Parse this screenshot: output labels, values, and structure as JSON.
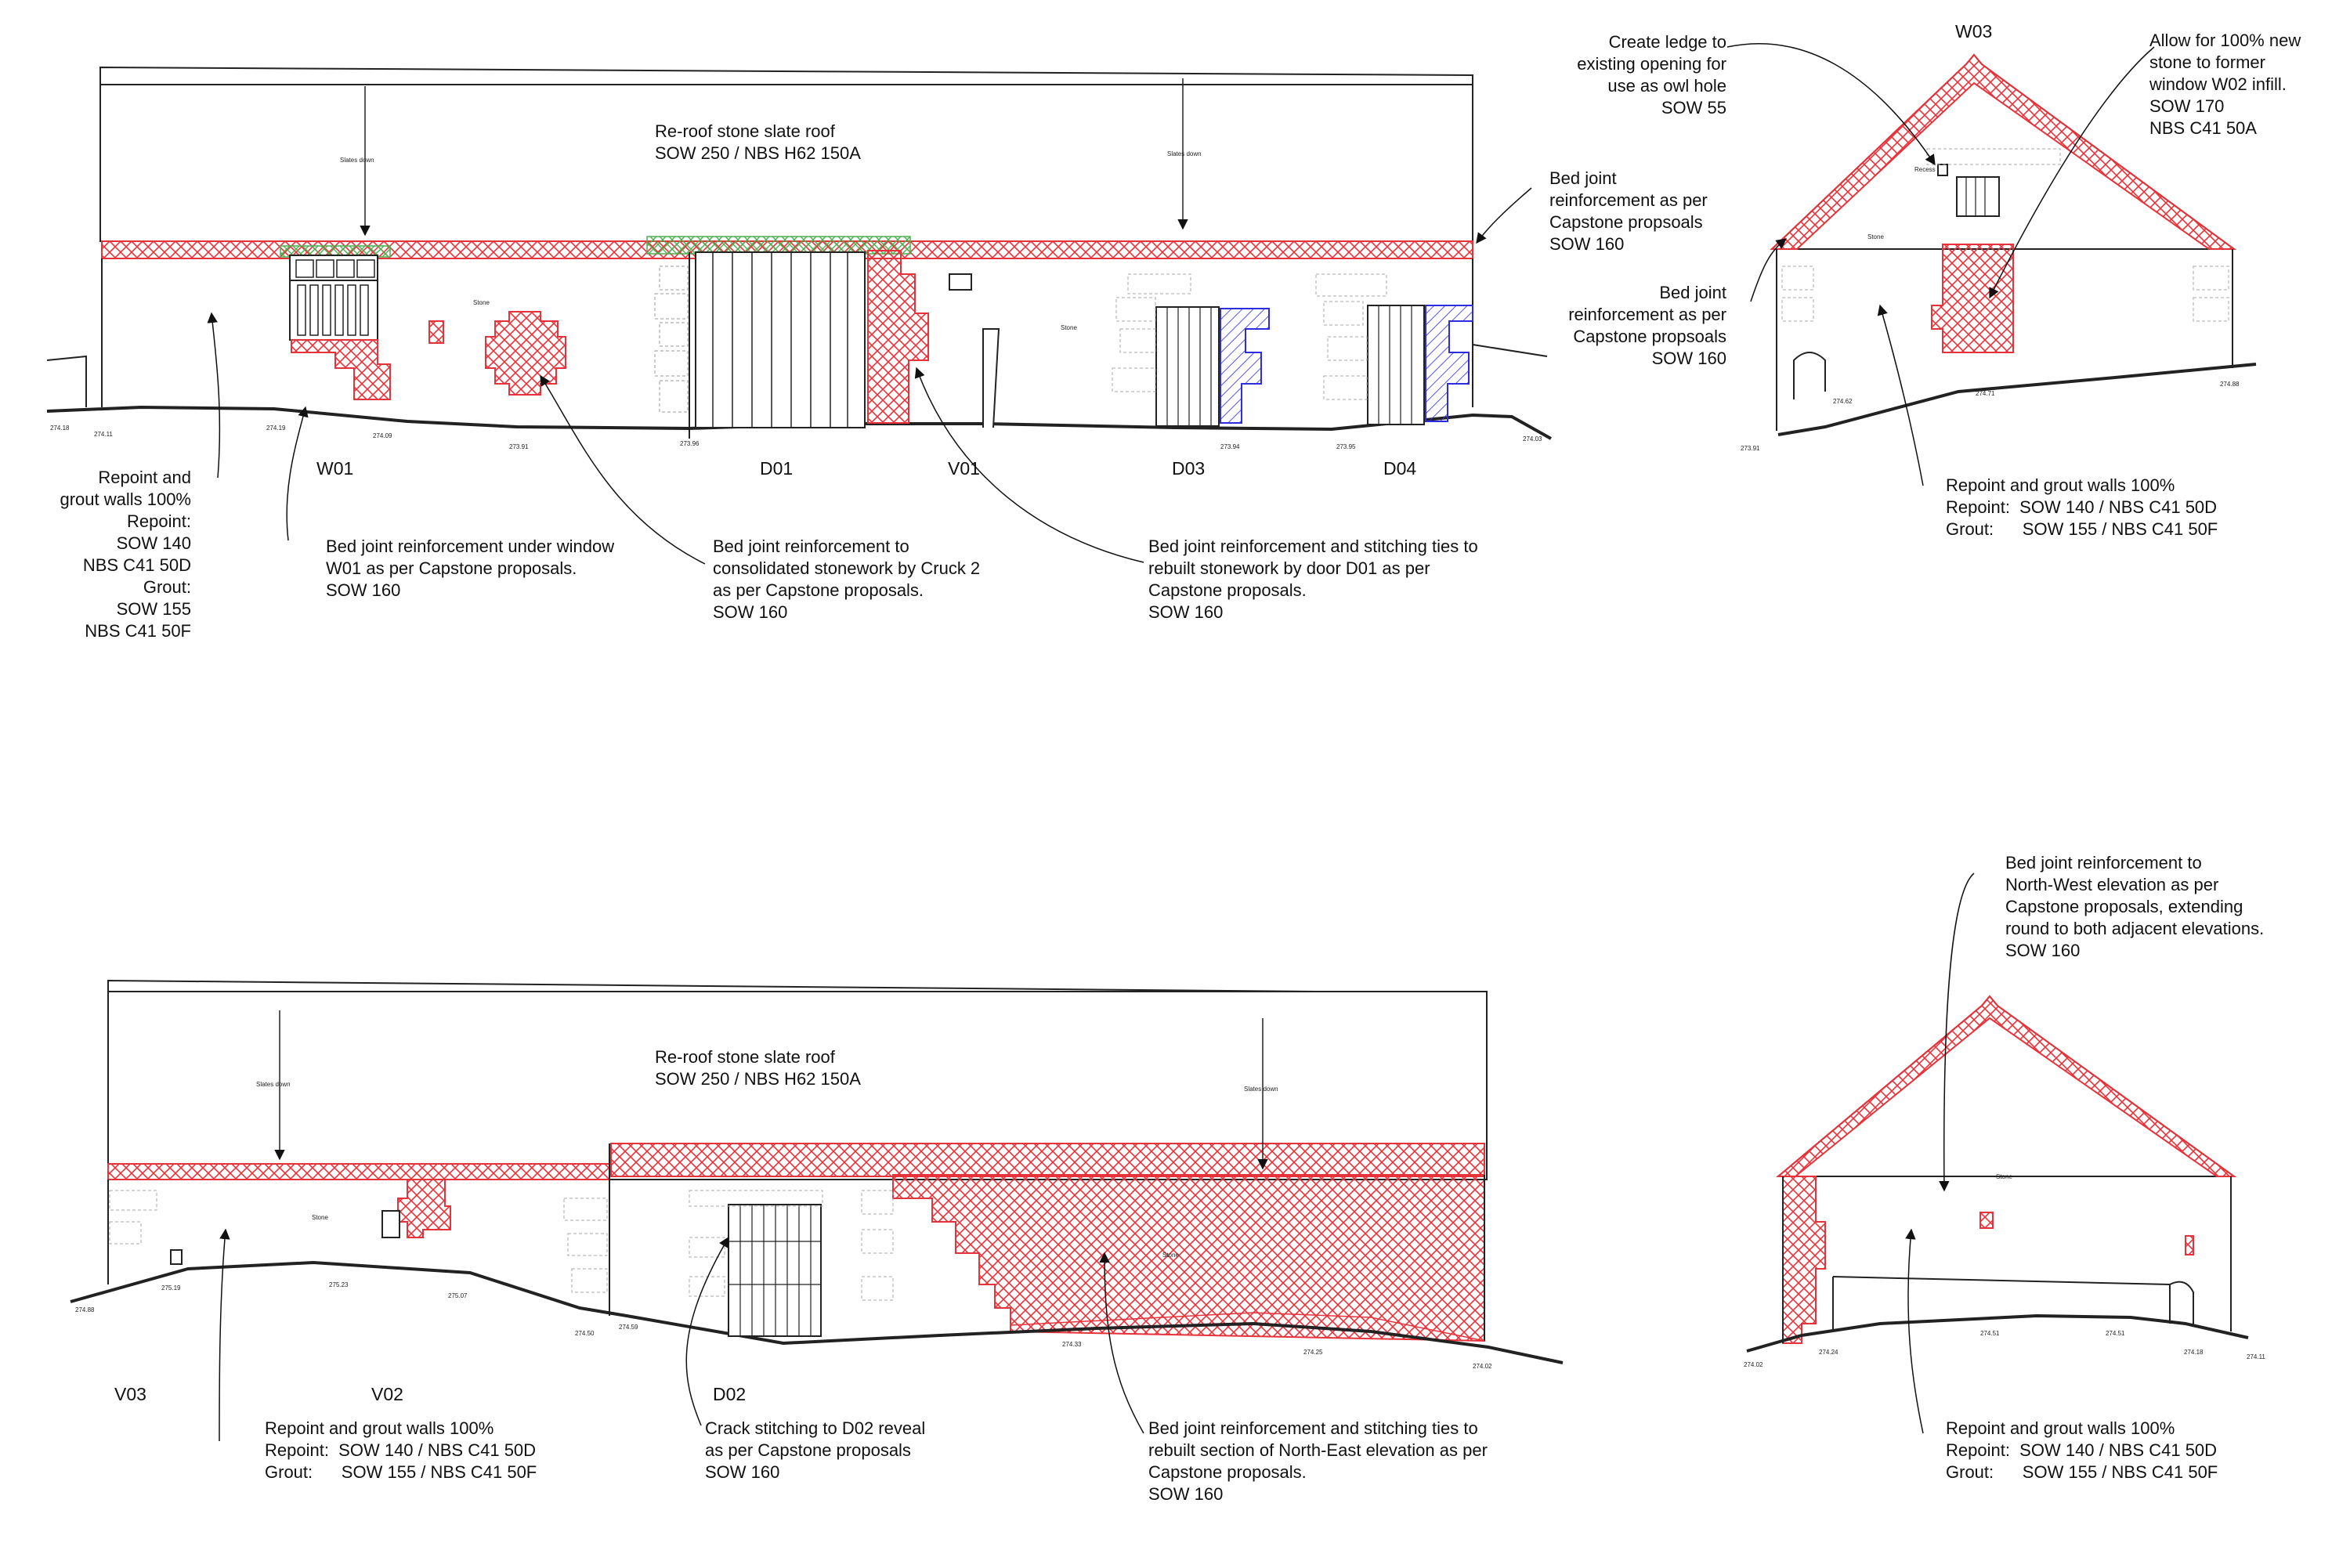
{
  "colors": {
    "repair_hatch": "#e8323a",
    "lintel_hatch": "#4caf50",
    "new_stone_hatch": "#2d2de0",
    "linework": "#222222"
  },
  "labels": {
    "w01": "W01",
    "d01": "D01",
    "v01": "V01",
    "d03": "D03",
    "d04": "D04",
    "w03": "W03",
    "v03": "V03",
    "v02": "V02",
    "d02": "D02"
  },
  "small_text": {
    "slates_down_1": "Slates down",
    "slates_down_2": "Slates down",
    "slates_down_3": "Slates down",
    "slates_down_4": "Slates down",
    "stone_1": "Stone",
    "stone_2": "Stone",
    "stone_3": "Stone",
    "stone_4": "Stone",
    "stone_5": "Stone",
    "stone_6": "Stone",
    "recess": "Recess"
  },
  "levels": {
    "e1": [
      "274.18",
      "274.11",
      "274.19",
      "274.09",
      "273.91",
      "273.96",
      "273.94",
      "273.95",
      "274.03"
    ],
    "e2": [
      "273.91",
      "274.62",
      "274.71",
      "274.88"
    ],
    "e3": [
      "274.88",
      "275.19",
      "275.23",
      "275.07",
      "274.50",
      "274.59",
      "274.33",
      "274.25",
      "274.02"
    ],
    "e4": [
      "274.02",
      "274.24",
      "274.51",
      "274.51",
      "274.18",
      "274.11"
    ]
  },
  "notes": {
    "reroof_top": "Re-roof stone slate roof\nSOW 250 / NBS H62 150A",
    "repoint_left": "Repoint and\ngrout walls 100%\nRepoint:\nSOW 140\nNBS C41 50D\nGrout:\nSOW 155\nNBS C41 50F",
    "bed_w01": "Bed joint reinforcement under window\nW01 as per Capstone proposals.\nSOW 160",
    "bed_cruck": "Bed joint reinforcement to\nconsolidated stonework by Cruck 2\nas per Capstone proposals.\nSOW 160",
    "bed_d01": "Bed joint reinforcement and stitching ties to\nrebuilt stonework by door D01 as per\nCapstone proposals.\nSOW 160",
    "bed_right_top": "Bed joint\nreinforcement as per\nCapstone propsoals\nSOW 160",
    "create_ledge": "Create ledge to\nexisting opening for\nuse as owl hole\nSOW 55",
    "allow_new_stone": "Allow for 100% new\nstone to former\nwindow W02 infill.\nSOW 170\nNBS C41 50A",
    "bed_gable": "Bed joint\nreinforcement as per\nCapstone propsoals\nSOW 160",
    "repoint_gable": "Repoint and grout walls 100%\nRepoint:  SOW 140 / NBS C41 50D\nGrout:      SOW 155 / NBS C41 50F",
    "reroof_bottom": "Re-roof stone slate roof\nSOW 250 / NBS H62 150A",
    "repoint_bottom": "Repoint and grout walls 100%\nRepoint:  SOW 140 / NBS C41 50D\nGrout:      SOW 155 / NBS C41 50F",
    "crack_d02": "Crack stitching to D02 reveal\nas per Capstone proposals\nSOW 160",
    "bed_ne": "Bed joint reinforcement and stitching ties to\nrebuilt section of North-East elevation as per\nCapstone proposals.\nSOW 160",
    "bed_nw": "Bed joint reinforcement to\nNorth-West elevation as per\nCapstone proposals, extending\nround to both adjacent elevations.\nSOW 160",
    "repoint_gable2": "Repoint and grout walls 100%\nRepoint:  SOW 140 / NBS C41 50D\nGrout:      SOW 155 / NBS C41 50F"
  }
}
